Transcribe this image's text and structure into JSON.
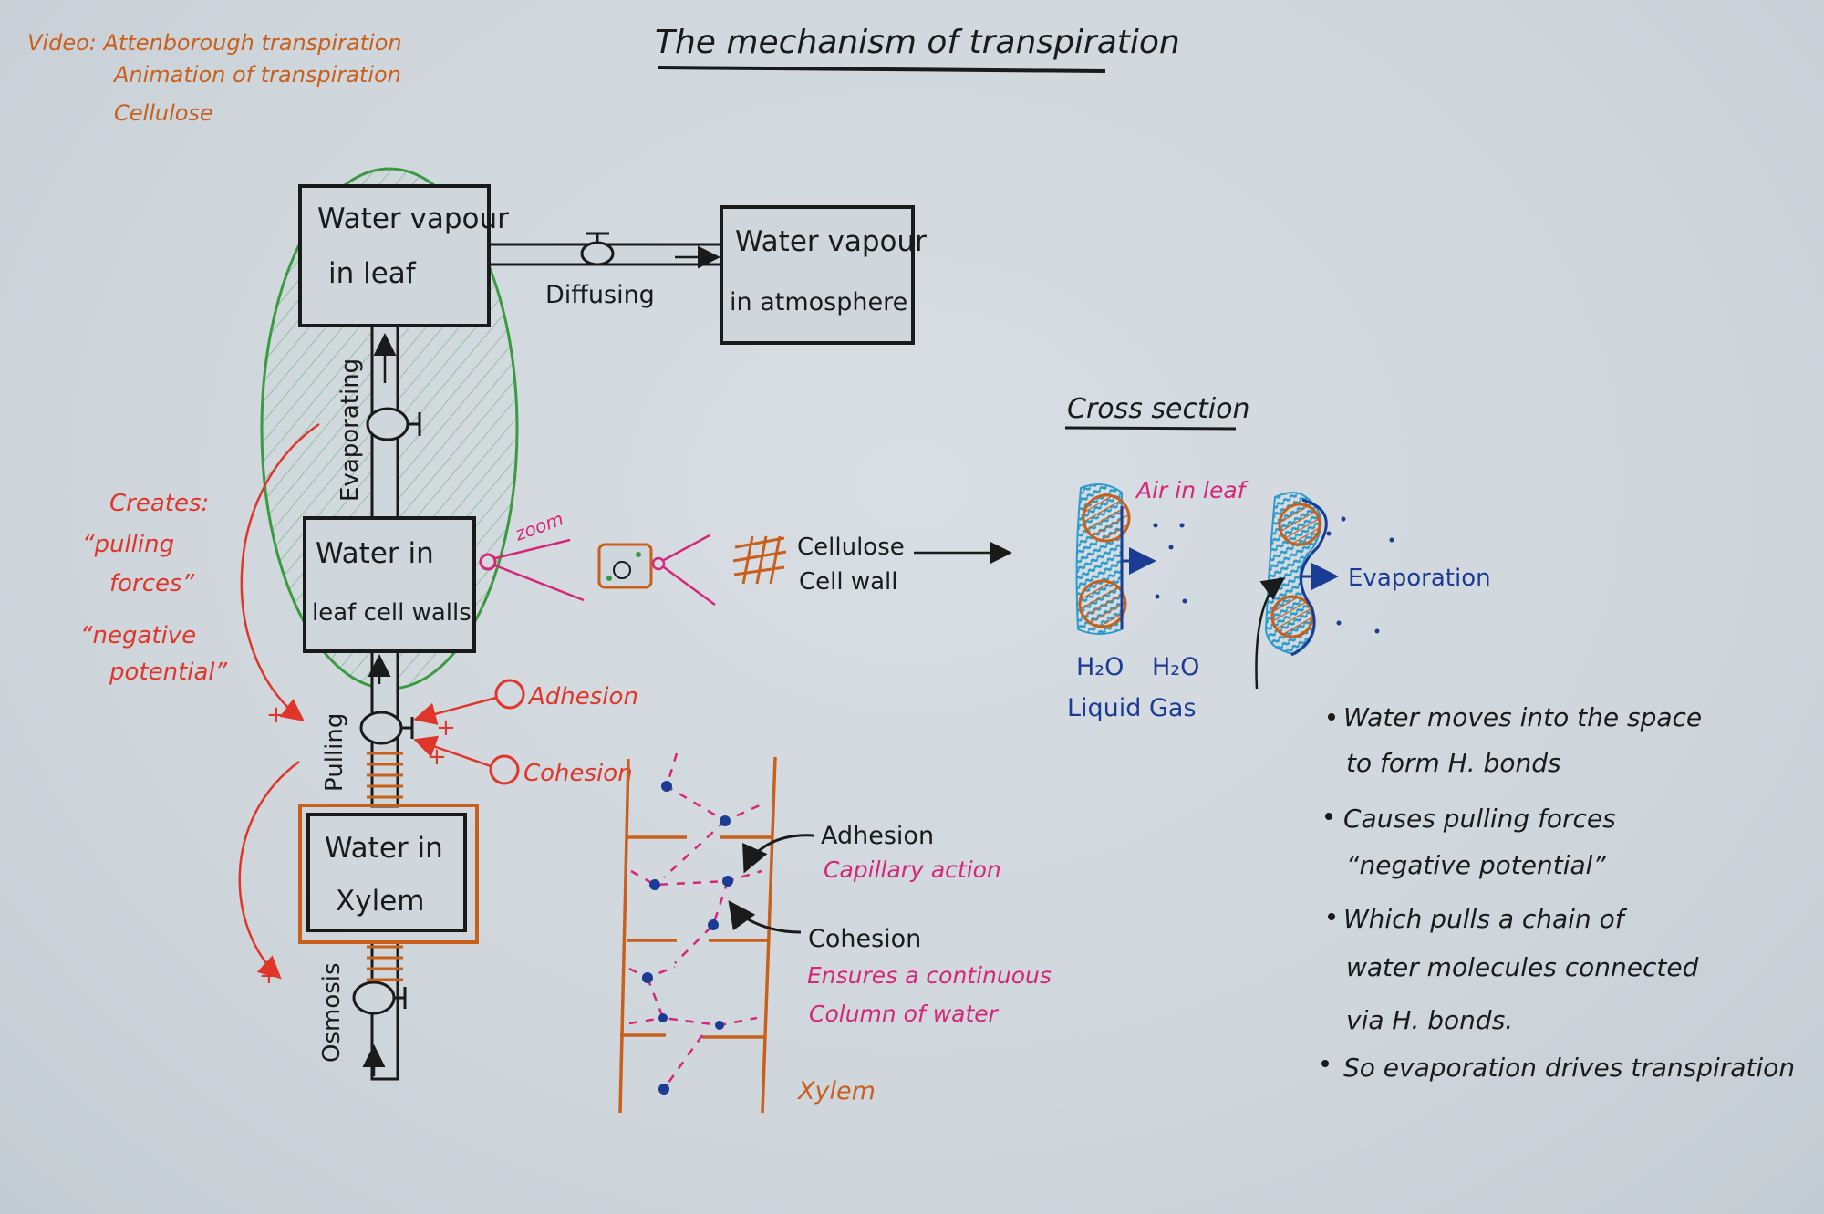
{
  "title": "The mechanism of transpiration",
  "video_notes": [
    "Video: Attenborough transpiration",
    "Animation of transpiration",
    "Cellulose"
  ],
  "boxes": {
    "vapour_leaf": [
      "Water vapour",
      "in leaf"
    ],
    "vapour_atmosphere": [
      "Water vapour",
      "in atmosphere"
    ],
    "leaf_cell_walls": [
      "Water in",
      "leaf cell walls"
    ],
    "xylem": [
      "Water in",
      "Xylem"
    ]
  },
  "process_labels": {
    "diffusing": "Diffusing",
    "evaporating": "Evaporating",
    "pulling": "Pulling",
    "osmosis": "Osmosis"
  },
  "creates_note": [
    "Creates:",
    "“pulling",
    "forces”",
    "“negative",
    "potential”"
  ],
  "plus_sign": "+",
  "forces": {
    "adhesion": "Adhesion",
    "cohesion": "Cohesion"
  },
  "zoom_label": "zoom",
  "cellulose": [
    "Cellulose",
    "Cell wall"
  ],
  "cross_section": {
    "title": "Cross section",
    "air_in_leaf": "Air in leaf",
    "liquid": [
      "H₂O",
      "Liquid"
    ],
    "gas": [
      "H₂O",
      "Gas"
    ],
    "evaporation": "Evaporation"
  },
  "xylem_detail": {
    "adhesion": "Adhesion",
    "capillary": "Capillary action",
    "cohesion": "Cohesion",
    "ensures": [
      "Ensures a continuous",
      "Column of water"
    ],
    "xylem": "Xylem"
  },
  "bullets": [
    [
      "Water moves into the space",
      "to form H. bonds"
    ],
    [
      "Causes pulling forces",
      "“negative potential”"
    ],
    [
      "Which pulls a chain of",
      "water molecules connected",
      "via H. bonds."
    ],
    [
      "So evaporation drives transpiration"
    ]
  ],
  "colors": {
    "ink": "#1a1a1a",
    "orange": "#c8601c",
    "red": "#e0362a",
    "magenta": "#d6267a",
    "blue": "#1a3c94",
    "cyan": "#2a9ccc",
    "green": "#3a9a40"
  }
}
